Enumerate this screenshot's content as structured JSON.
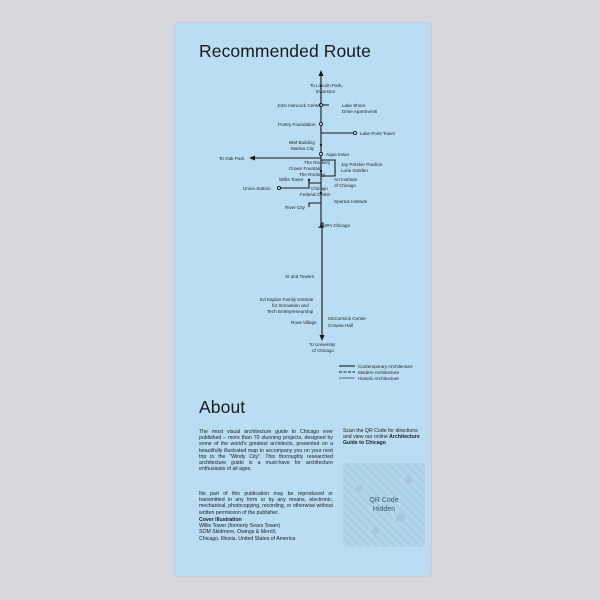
{
  "route": {
    "title": "Recommended Route",
    "labels": {
      "lincoln_park": [
        "To Lincoln Park,",
        "Evanston"
      ],
      "john_hancock": "John Hancock Center",
      "lake_shore": [
        "Lake Shore",
        "Drive Apartments"
      ],
      "poetry": "Poetry Foundation",
      "lake_point": "Lake Point Tower",
      "ibm": [
        "IBM Building",
        "Marina City"
      ],
      "aqua": "Aqua tower",
      "to_oak_park": "To Oak Park",
      "rookery": [
        "The Rookery",
        "Crown Fountain",
        "The Rookery"
      ],
      "jay_pritzker": [
        "Jay Pritzker Pavilion",
        "Lurie Garden"
      ],
      "willis": "Willis Tower",
      "art_institute": [
        "Art Institute",
        "of Chicago"
      ],
      "union": "Union Station",
      "federal": [
        "Chicago",
        "Federal Center"
      ],
      "river_city": "River City",
      "spertus": "Spertus Institute",
      "mcpa": "MoPA Chicago",
      "xl_towers": "XI and Towers",
      "ed_kaplan": [
        "Ed Kaplan Family Institute",
        "for Innovation and",
        "Tech Entrepreneurship"
      ],
      "roos_village": "Roos Village",
      "mccormick": "McCormick Center",
      "crowne": "Crowne Hall",
      "u_chicago": [
        "To University",
        "of Chicago"
      ]
    },
    "legend": [
      "Contemporary Architecture",
      "Modern Architecture",
      "Historic Architecture"
    ]
  },
  "about": {
    "title": "About",
    "paragraph1": "The most visual architecture guide to Chicago ever published – more than 70 stunning projects, designed by some of the world's greatest architects, presented on a beautifully illustrated map to accompany you on your next trip to the \"Windy City\". This thoroughly researched architecture guide is a must-have for architecture enthusiasts of all ages.",
    "paragraph2": "No part of this publication may be reproduced or transmitted in any form or by any means, electronic, mechanical, photocopying, recording, or otherwise without written permission of the publisher.",
    "cover_heading": "Cover Illustration",
    "cover_lines": [
      "Willis Tower (formerly Sears Tower)",
      "SOM Skidmore, Owings & Merrill,",
      "Chicago, Illinois, United States of America"
    ],
    "qr_text": "Scan the QR Code for directions and view our online",
    "qr_bold": "Architecture Guide to Chicago",
    "qr_placeholder": [
      "QR Code",
      "Hidden"
    ]
  },
  "colors": {
    "page": "#b9def3",
    "background": "#d7d7dc",
    "ink": "#1a1a1a"
  }
}
